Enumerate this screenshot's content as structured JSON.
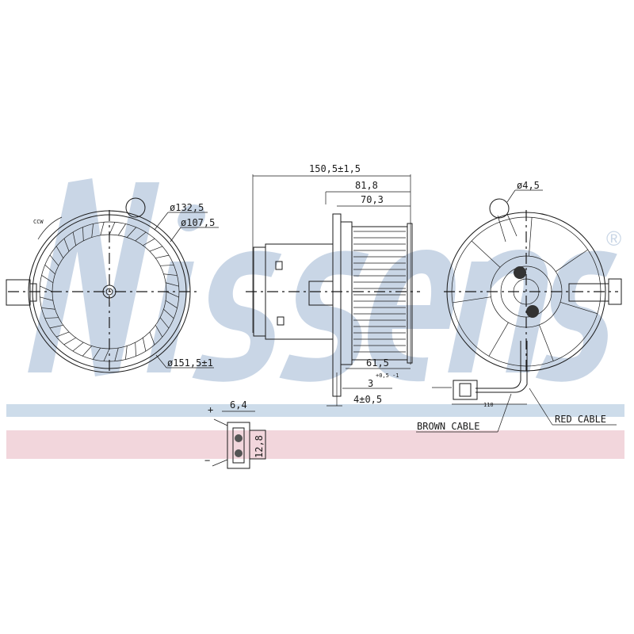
{
  "brand": {
    "watermark": "Nissens",
    "registered_mark": "®",
    "watermark_color": "#c9d6e6",
    "band_blue": "#cddcea",
    "band_pink": "#f2d6dc"
  },
  "front_view": {
    "rotation_label": "CCW",
    "dia_outer": "ø132,5",
    "dia_inner": "ø107,5",
    "dia_housing": "ø151,5±1"
  },
  "side_view": {
    "overall": "150,5±1,5",
    "depth_1": "81,8",
    "depth_2": "70,3",
    "wheel": "61,5",
    "offset_1": "3",
    "offset_1_tol": "+0,5 -1",
    "offset_2": "4±0,5"
  },
  "rear_view": {
    "hole_dia": "ø4,5",
    "cable_length": "110",
    "brown_cable": "BROWN CABLE",
    "red_cable": "RED CABLE"
  },
  "connector": {
    "width": "6,4",
    "height": "12,8",
    "plus": "+",
    "minus": "−"
  }
}
